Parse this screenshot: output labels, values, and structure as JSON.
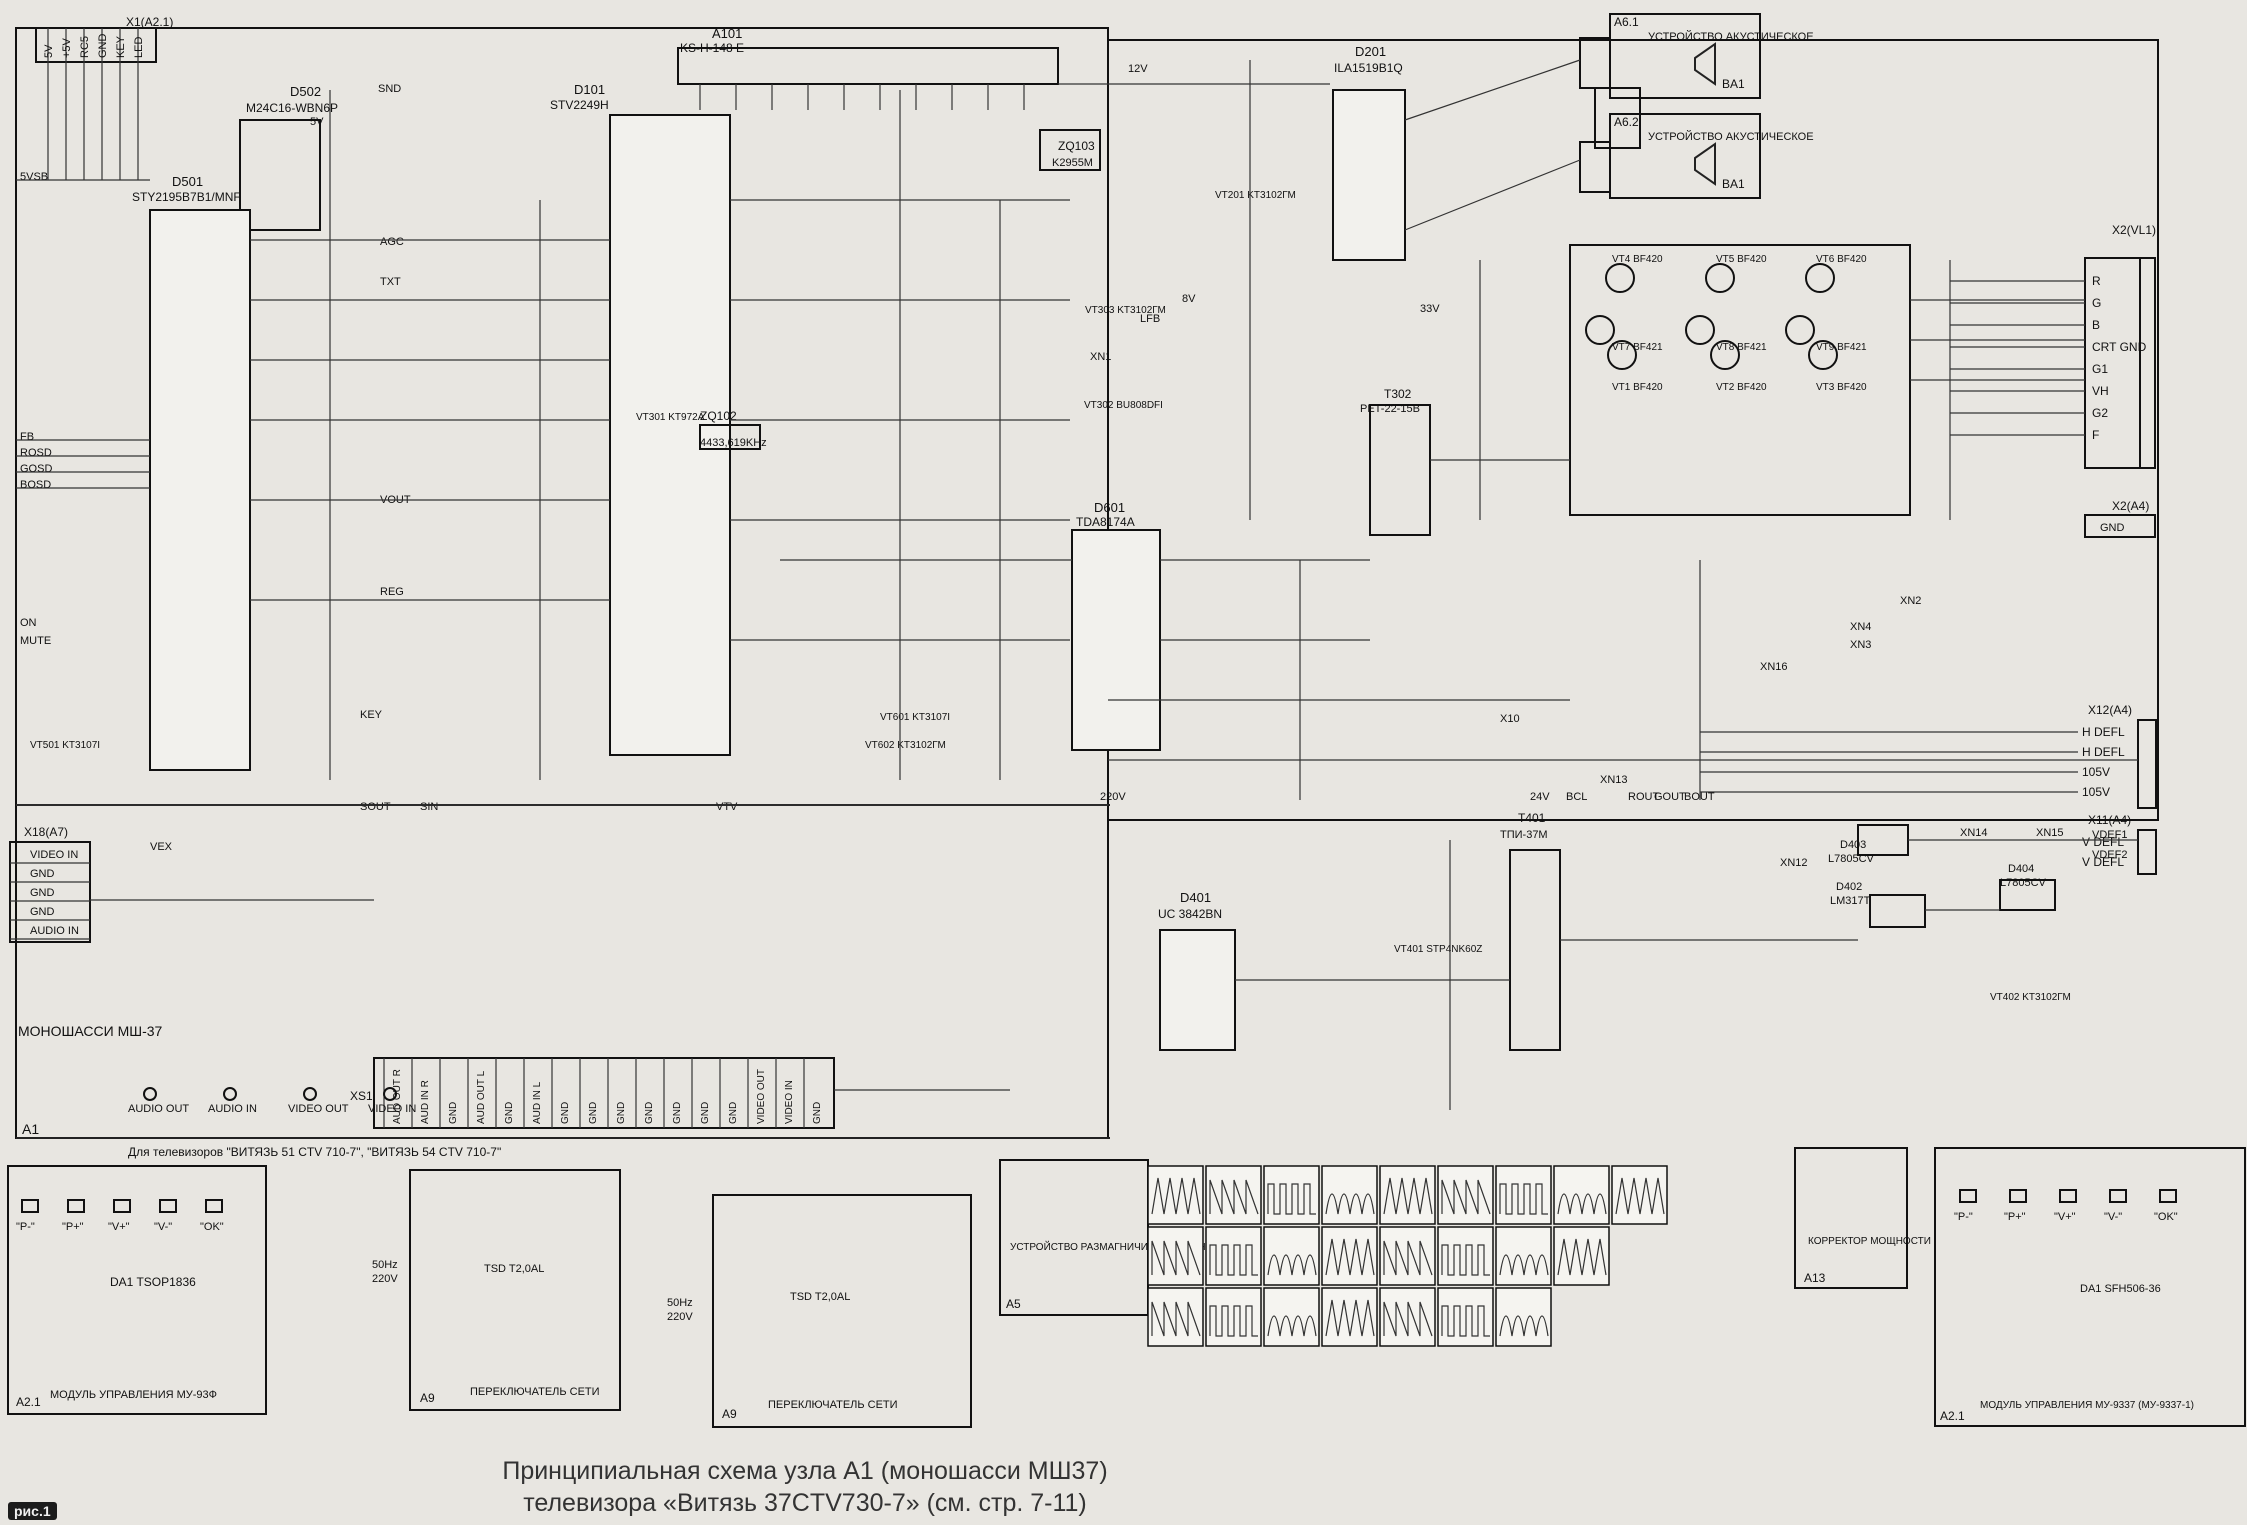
{
  "caption": {
    "line1": "Принципиальная схема узла А1 (моношасси МШ37)",
    "line2": "телевизора «Витязь 37СTV730-7» (см. стр. 7-11)"
  },
  "figure_label": "рис.1",
  "chassis_label": "МОНОШАССИ МШ-37",
  "board_label": "A1",
  "note_tv_models": "Для телевизоров \"ВИТЯЗЬ 51 CTV 710-7\", \"ВИТЯЗЬ 54 CTV 710-7\"",
  "ics": [
    {
      "ref": "D502",
      "part": "M24C16-WBN6P"
    },
    {
      "ref": "D501",
      "part": "STY2195B7B1/MNF"
    },
    {
      "ref": "D101",
      "part": "STV2249H"
    },
    {
      "ref": "A101",
      "part": "KS-H-148 E"
    },
    {
      "ref": "D201",
      "part": "ILA1519B1Q"
    },
    {
      "ref": "D601",
      "part": "TDA8174A"
    },
    {
      "ref": "D401",
      "part": "UC 3842BN"
    },
    {
      "ref": "D403",
      "part": "L7805CV"
    },
    {
      "ref": "D404",
      "part": "L7805CV"
    },
    {
      "ref": "D402",
      "part": "LM317T"
    },
    {
      "ref": "ZQ103",
      "part": "K2955M"
    },
    {
      "ref": "ZQ102",
      "part": "4433,619KHz"
    },
    {
      "ref": "T302",
      "part": "PET-22-15B"
    },
    {
      "ref": "T401",
      "part": "ТПИ-37М"
    }
  ],
  "speaker_blocks": [
    {
      "ref": "A6.1",
      "label": "УСТРОЙСТВО АКУСТИЧЕСКОЕ",
      "speaker": "BA1"
    },
    {
      "ref": "A6.2",
      "label": "УСТРОЙСТВО АКУСТИЧЕСКОЕ",
      "speaker": "BA1"
    }
  ],
  "connectors": {
    "x1": {
      "ref": "X1(A2.1)",
      "pins": [
        "5V",
        "+5V",
        "RC5",
        "GND",
        "KEY",
        "LED"
      ]
    },
    "x2": {
      "ref": "X2(VL1)",
      "pins": [
        "R",
        "G",
        "B",
        "CRT GND",
        "G1",
        "VH",
        "G2",
        "F"
      ]
    },
    "x2a4": {
      "ref": "X2(A4)",
      "pins": [
        "GND"
      ]
    },
    "x12": {
      "ref": "X12(A4)",
      "pins": [
        "H DEFL",
        "H DEFL",
        "105V",
        "105V"
      ]
    },
    "x11": {
      "ref": "X11(A4)",
      "pins": [
        "V DEFL",
        "V DEFL"
      ]
    },
    "x18": {
      "ref": "X18(A7)",
      "pins": [
        "VIDEO IN",
        "GND",
        "GND",
        "GND",
        "AUDIO IN"
      ]
    },
    "xs1": {
      "ref": "XS1",
      "pins": [
        "AUD OUT R",
        "AUD IN R",
        "GND",
        "AUD OUT L",
        "GND",
        "AUD IN L",
        "GND",
        "GND",
        "GND",
        "GND",
        "GND",
        "GND",
        "GND",
        "VIDEO OUT",
        "VIDEO IN",
        "GND"
      ]
    },
    "audio_jacks": [
      "AUDIO OUT",
      "AUDIO IN",
      "VIDEO OUT",
      "VIDEO IN"
    ]
  },
  "sub_blocks": [
    {
      "ref": "A2.1",
      "label": "МОДУЛЬ УПРАВЛЕНИЯ МУ-93Ф",
      "ic": "DA1 TSOP1836"
    },
    {
      "ref": "A9",
      "label": "ПЕРЕКЛЮЧАТЕЛЬ СЕТИ",
      "fuse": "TSD T2,0AL"
    },
    {
      "ref": "A9",
      "label": "ПЕРЕКЛЮЧАТЕЛЬ СЕТИ",
      "fuse": "TSD T2,0AL"
    },
    {
      "ref": "A5",
      "label": "УСТРОЙСТВО РАЗМАГНИЧИВАНИЯ КИНЕСКОПА"
    },
    {
      "ref": "A13",
      "label": "КОРРЕКТОР МОЩНОСТИ"
    },
    {
      "ref": "A2.1",
      "label": "МОДУЛЬ УПРАВЛЕНИЯ МУ-9337 (МУ-9337-1)",
      "ic": "DA1 SFH506-36"
    }
  ],
  "buttons_row": [
    "\"P-\"",
    "\"P+\"",
    "\"V+\"",
    "\"V-\"",
    "\"OK\""
  ],
  "mains_labels": [
    "50Hz",
    "220V"
  ],
  "transistors": [
    "VT501 KT3107I",
    "VT301 KT972A",
    "VT302 BU808DFI",
    "VT303 KT3102ГМ",
    "VT201 KT3102ГМ",
    "VT601 KT3107I",
    "VT602 KT3102ГМ",
    "VT401 STP4NK60Z",
    "VT402 KT3102ГМ",
    "VT1 BF420",
    "VT2 BF420",
    "VT3 BF420",
    "VT4 BF420",
    "VT5 BF420",
    "VT6 BF420",
    "VT7 BF421",
    "VT8 BF421",
    "VT9 BF421"
  ],
  "net_labels": [
    "SND",
    "12V",
    "8V",
    "5V",
    "5VSB",
    "33V",
    "24V",
    "220V",
    "BCL",
    "ROUT",
    "GOUT",
    "BOUT",
    "VEX",
    "SIN",
    "SOUT",
    "VTV",
    "FB",
    "ROSD",
    "GOSD",
    "BOSD",
    "MUTE",
    "ON",
    "REG",
    "KEY",
    "TXT",
    "LFB",
    "AGC",
    "VOUT",
    "VDEF1",
    "VDEF2",
    "XN1",
    "XN2",
    "XN4",
    "XN3",
    "XN13",
    "XN16",
    "XN14",
    "XN15",
    "XN12",
    "X10"
  ],
  "waveform_count": 24
}
